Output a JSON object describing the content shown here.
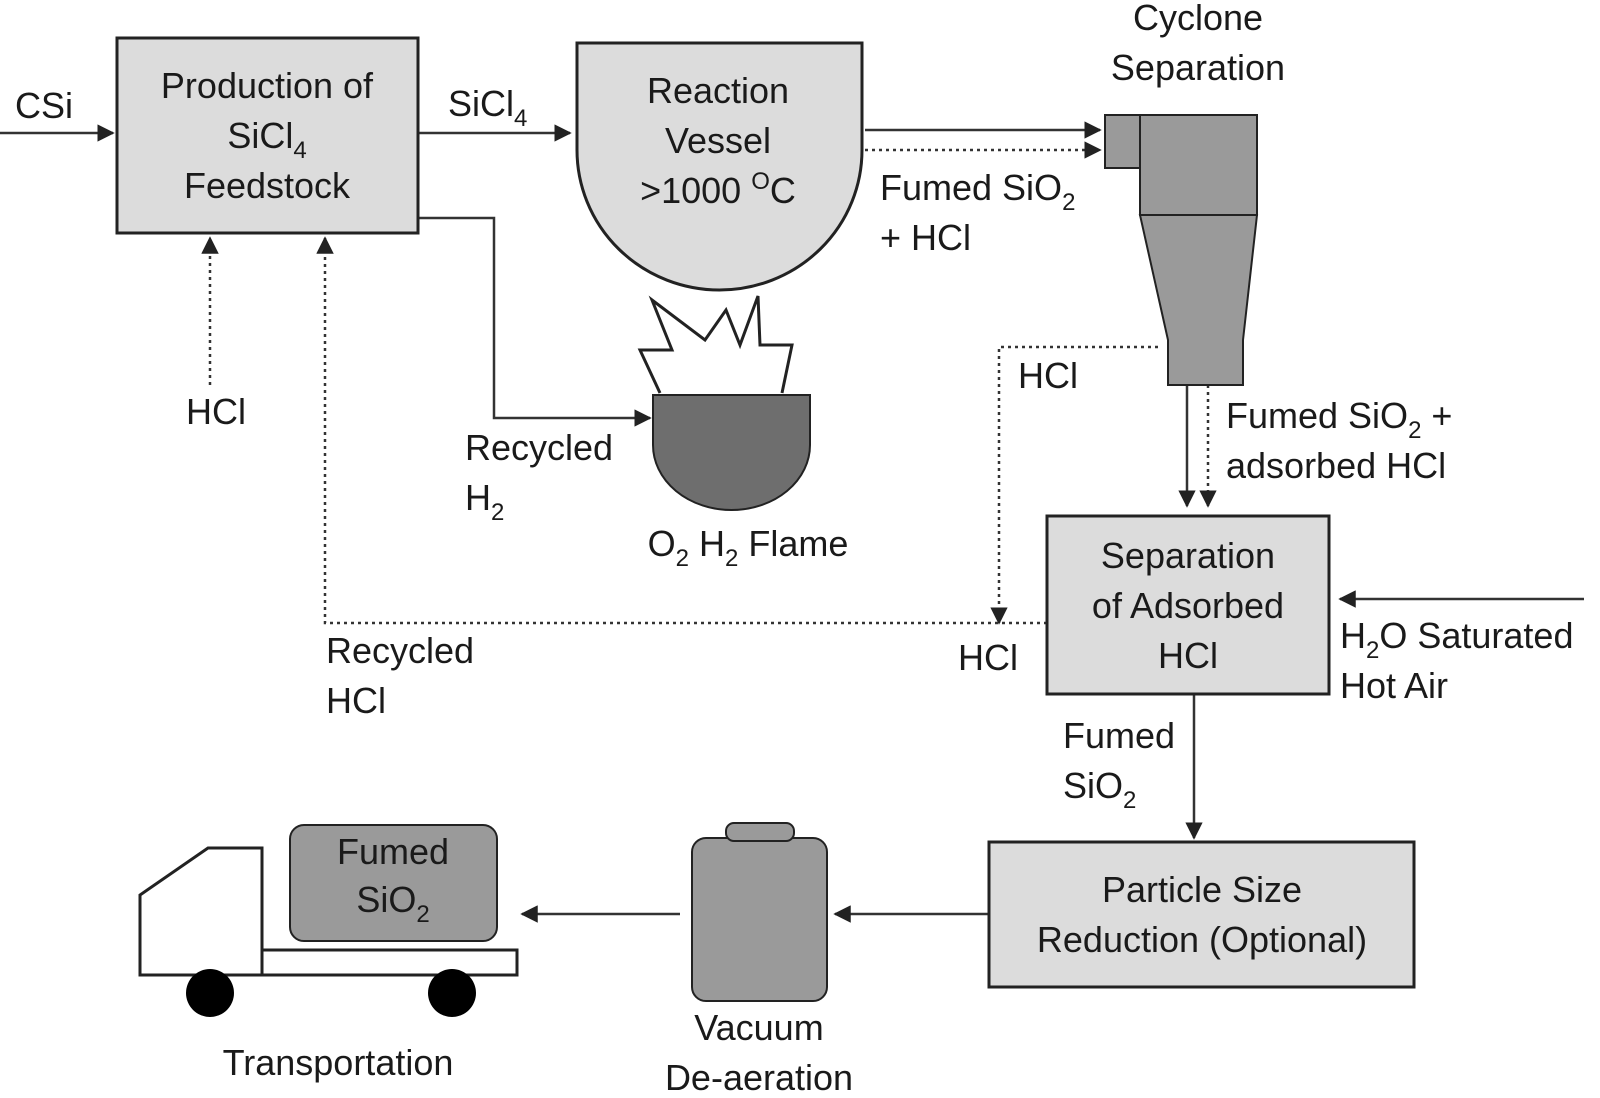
{
  "nodes": {
    "production": {
      "line1": "Production of",
      "line2": "SiCl",
      "line2_sub": "4",
      "line3": "Feedstock"
    },
    "reaction": {
      "line1": "Reaction",
      "line2": "Vessel",
      "line3a": ">1000 ",
      "line3_sup": "O",
      "line3b": "C"
    },
    "cyclone": {
      "line1": "Cyclone",
      "line2": "Separation"
    },
    "flame": {
      "o": "O",
      "o_sub": "2",
      "h": " H",
      "h_sub": "2",
      "rest": " Flame"
    },
    "separation": {
      "line1": "Separation",
      "line2": "of Adsorbed",
      "line3": "HCl"
    },
    "particle": {
      "line1": "Particle Size",
      "line2": "Reduction (Optional)"
    },
    "vacuum": {
      "line1": "Vacuum",
      "line2": "De-aeration"
    },
    "truck": {
      "cargo1": "Fumed",
      "cargo2": "SiO",
      "cargo2_sub": "2",
      "label": "Transportation"
    }
  },
  "flows": {
    "csi": "CSi",
    "sicl4": {
      "text": "SiCl",
      "sub": "4"
    },
    "fumed_hcl": {
      "line1": "Fumed SiO",
      "line1_sub": "2",
      "line2": "+ HCl"
    },
    "hcl_input": "HCl",
    "recycled_h2": {
      "line1": "Recycled",
      "line2": "H",
      "line2_sub": "2"
    },
    "hcl_cyclone": "HCl",
    "fumed_adsorbed": {
      "line1": "Fumed SiO",
      "line1_sub": "2",
      "line1_end": " +",
      "line2": "adsorbed HCl"
    },
    "hcl_sep": "HCl",
    "recycled_hcl": {
      "line1": "Recycled",
      "line2": "HCl"
    },
    "h2o_air": {
      "line1a": "H",
      "line1_sub": "2",
      "line1b": "O Saturated",
      "line2": "Hot Air"
    },
    "fumed_sio2": {
      "line1": "Fumed",
      "line2": "SiO",
      "line2_sub": "2"
    }
  }
}
